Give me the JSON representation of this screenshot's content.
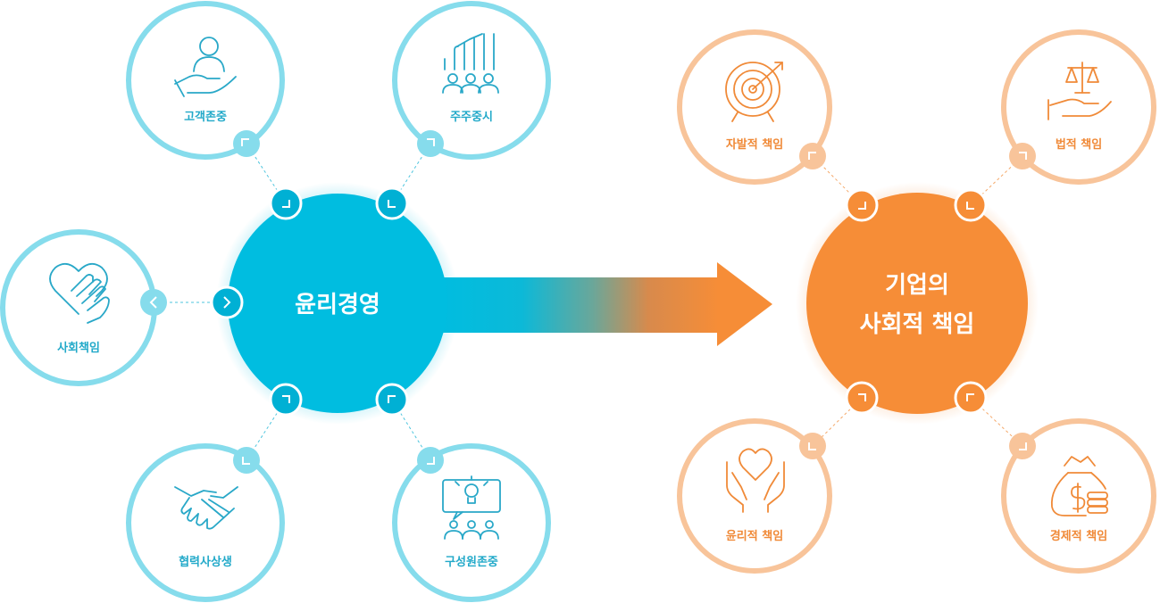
{
  "left_cluster": {
    "center_label": "윤리경영",
    "satellites": [
      {
        "label": "고객존중",
        "icon": "person-hand-icon"
      },
      {
        "label": "주주중시",
        "icon": "growth-people-icon"
      },
      {
        "label": "사회책임",
        "icon": "heart-hand-icon"
      },
      {
        "label": "협력사상생",
        "icon": "handshake-icon"
      },
      {
        "label": "구성원존중",
        "icon": "idea-team-icon"
      }
    ]
  },
  "right_cluster": {
    "center_line1": "기업의",
    "center_line2": "사회적 책임",
    "satellites": [
      {
        "label": "자발적 책임",
        "icon": "target-icon"
      },
      {
        "label": "법적 책임",
        "icon": "scales-hand-icon"
      },
      {
        "label": "윤리적 책임",
        "icon": "hands-heart-icon"
      },
      {
        "label": "경제적 책임",
        "icon": "money-bag-icon"
      }
    ]
  },
  "colors": {
    "blue": "#00bde0",
    "blue_ring": "#86dcec",
    "blue_icon": "#29a8c8",
    "orange": "#f68d37",
    "orange_ring": "#f8c49a",
    "orange_icon": "#f08a38"
  }
}
